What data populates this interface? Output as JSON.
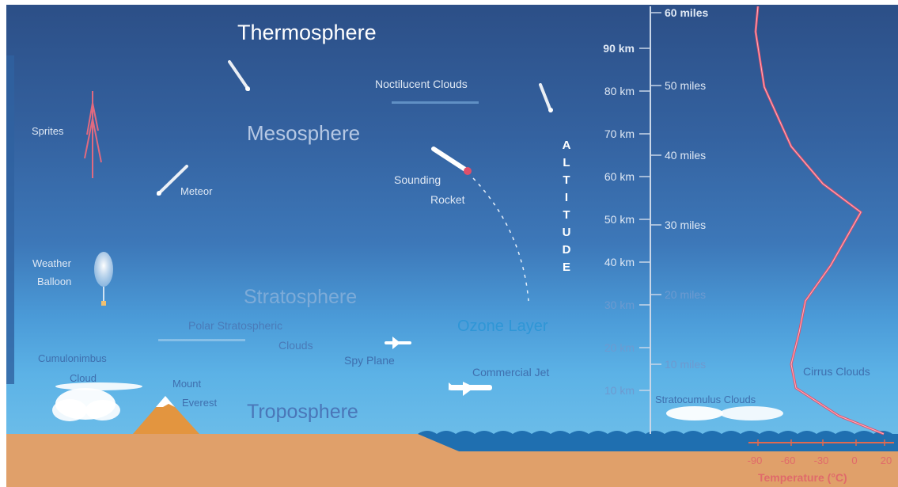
{
  "layers": {
    "thermosphere": "Thermosphere",
    "mesosphere": "Mesosphere",
    "stratosphere": "Stratosphere",
    "troposphere": "Troposphere",
    "ozone_layer": "Ozone Layer"
  },
  "objects": {
    "noctilucent": "Noctilucent Clouds",
    "sprites": "Sprites",
    "meteor": "Meteor",
    "rocket_line1": "Sounding",
    "rocket_line2": "Rocket",
    "balloon_line1": "Weather",
    "balloon_line2": "Balloon",
    "psc_line1": "Polar Stratospheric",
    "psc_line2": "Clouds",
    "spy_plane": "Spy Plane",
    "jet": "Commercial Jet",
    "cb_line1": "Cumulonimbus",
    "cb_line2": "Cloud",
    "everest_line1": "Mount",
    "everest_line2": "Everest",
    "stratocumulus": "Stratocumulus Clouds",
    "cirrus": "Cirrus Clouds"
  },
  "altitude_word": "ALTITUDE",
  "km_labels": [
    "10 km",
    "20 km",
    "30 km",
    "40 km",
    "50 km",
    "60 km",
    "70 km",
    "80 km",
    "90 km"
  ],
  "mile_labels": [
    "10 miles",
    "20 miles",
    "30 miles",
    "40 miles",
    "50 miles",
    "60 miles"
  ],
  "temperature_axis": {
    "title": "Temperature (°C)",
    "ticks": [
      "-90",
      "-60",
      "-30",
      "0",
      "20"
    ]
  },
  "colors": {
    "sky_top": "#2c4f87",
    "sky_mid": "#3f73b3",
    "sky_low": "#4fa6df",
    "ground": "#e0a06a",
    "water": "#1f6fb0",
    "temp_curve": "#e0506a",
    "text": "#dfe8f4"
  }
}
